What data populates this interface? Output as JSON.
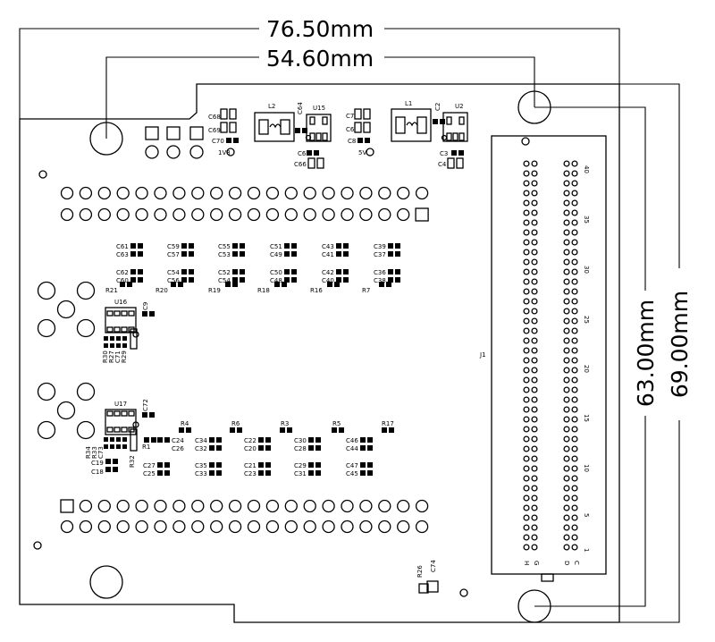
{
  "dimensions": {
    "board_width": "76.50mm",
    "header_span": "54.60mm",
    "hole_spacing": "63.00mm",
    "board_height": "69.00mm"
  },
  "connector": {
    "ref": "J1",
    "row_numbers": [
      "40",
      "35",
      "30",
      "25",
      "20",
      "15",
      "10",
      "5",
      "1"
    ],
    "column_letters": [
      "H",
      "G",
      "D",
      "C"
    ]
  },
  "labels": {
    "l2": "L2",
    "l1": "L1",
    "u15": "U15",
    "u2": "U2",
    "c64": "C64",
    "c2": "C2",
    "c68": "C68",
    "c69": "C69",
    "c70": "C70",
    "v1v8": "1V8",
    "c7": "C7",
    "c6": "C6",
    "c8": "C8",
    "v5v": "5V",
    "c65": "C65",
    "c66": "C66",
    "c3": "C3",
    "c4": "C4",
    "u16": "U16",
    "u17": "U17",
    "c9": "C9",
    "c72": "C72",
    "r21": "R21",
    "r20": "R20",
    "r19": "R19",
    "r18": "R18",
    "r16": "R16",
    "r7": "R7",
    "r4": "R4",
    "r6": "R6",
    "r3": "R3",
    "r5": "R5",
    "r17": "R17",
    "r1": "R1",
    "c19": "C19",
    "c18": "C18",
    "r26": "R26",
    "c74": "C74"
  },
  "cap_pairs": [
    [
      "C61",
      "C63"
    ],
    [
      "C59",
      "C57"
    ],
    [
      "C55",
      "C53"
    ],
    [
      "C51",
      "C49"
    ],
    [
      "C43",
      "C41"
    ],
    [
      "C39",
      "C37"
    ],
    [
      "C62",
      "C60"
    ],
    [
      "C54",
      "C56"
    ],
    [
      "C52",
      "C54"
    ],
    [
      "C50",
      "C48"
    ],
    [
      "C42",
      "C40"
    ],
    [
      "C36",
      "C38"
    ],
    [
      "C34",
      "C32"
    ],
    [
      "C22",
      "C20"
    ],
    [
      "C30",
      "C28"
    ],
    [
      "C46",
      "C44"
    ],
    [
      "C27",
      "C25"
    ],
    [
      "C35",
      "C33"
    ],
    [
      "C21",
      "C23"
    ],
    [
      "C29",
      "C31"
    ],
    [
      "C47",
      "C45"
    ],
    [
      "C24",
      "C26"
    ]
  ],
  "vertical_labels": {
    "u16_side": [
      "R30",
      "R27",
      "C71",
      "R29"
    ],
    "u17_side": [
      "R34",
      "R33",
      "C73"
    ],
    "r32": "R32"
  }
}
